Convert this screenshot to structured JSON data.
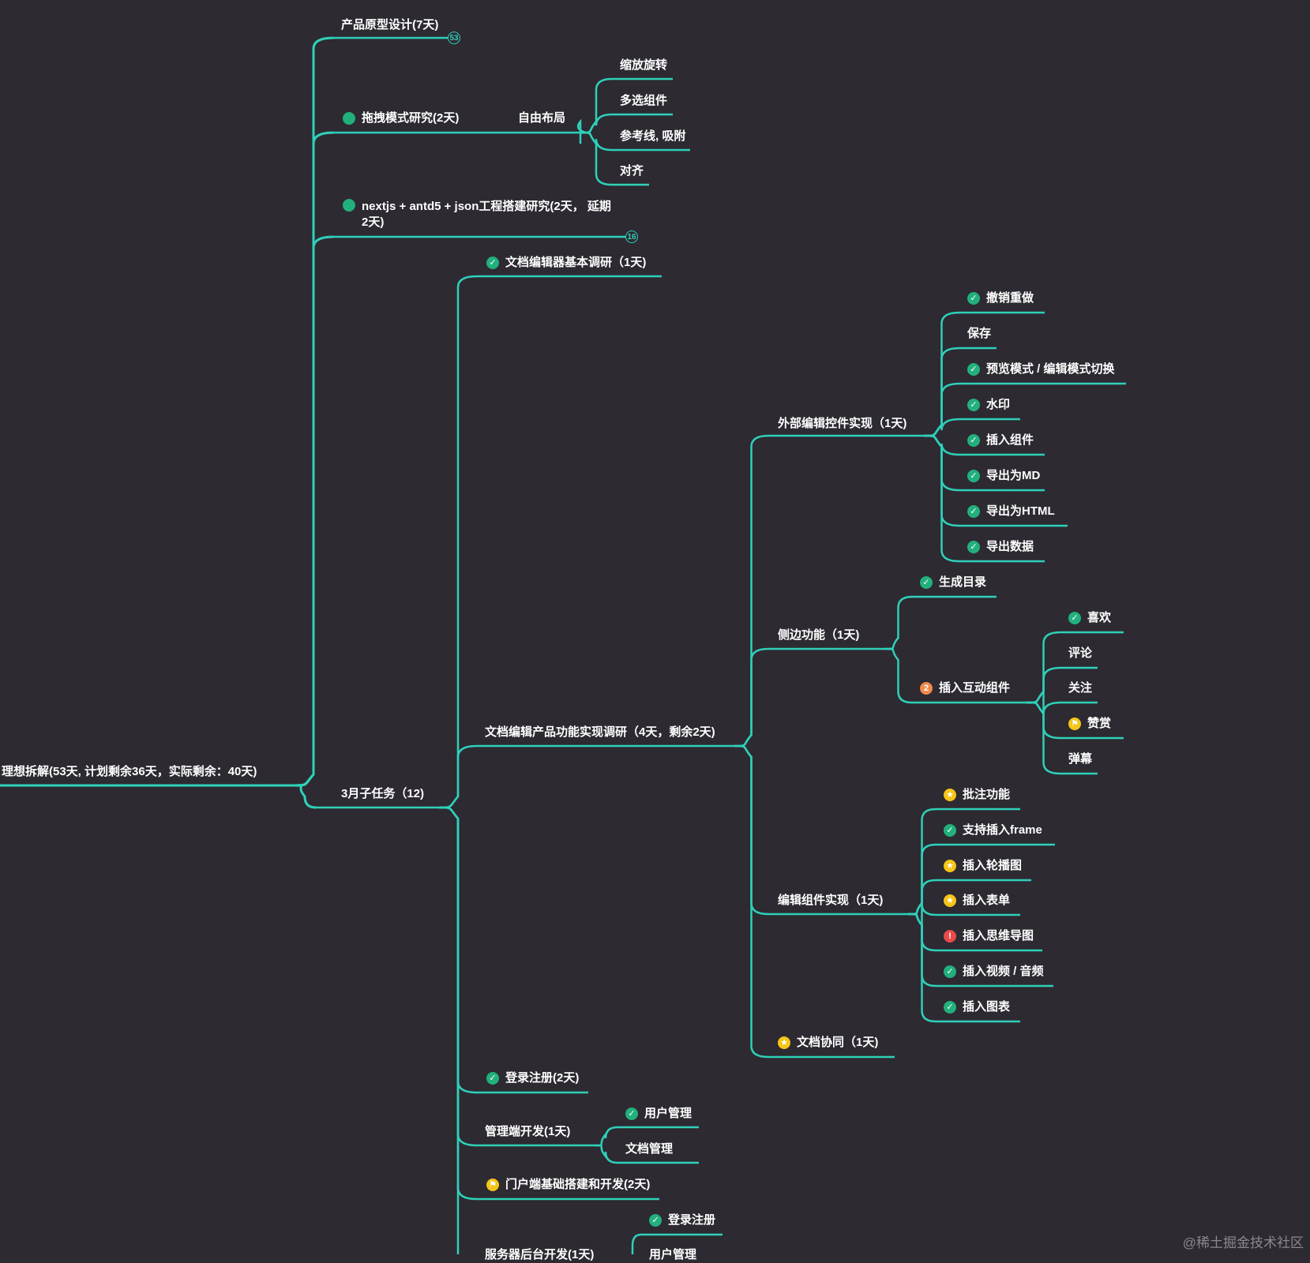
{
  "colors": {
    "background": "#2d2a32",
    "line": "#2fd0b8",
    "text": "#ffffff"
  },
  "root": {
    "label": "理想拆解(53天, 计划剩余36天，实际剩余：40天)"
  },
  "nodes": {
    "proto": {
      "label": "产品原型设计(7天)",
      "count": "53"
    },
    "drag": {
      "label": "拖拽模式研究(2天)",
      "icon": "dot"
    },
    "free": {
      "label": "自由布局"
    },
    "zoom": {
      "label": "缩放旋转"
    },
    "multi": {
      "label": "多选组件"
    },
    "guide": {
      "label": "参考线, 吸附"
    },
    "align": {
      "label": "对齐"
    },
    "next": {
      "label": "nextjs + antd5 + json工程搭建研究(2天， 延期2天)",
      "icon": "dot",
      "count": "16"
    },
    "march": {
      "label": "3月子任务（12)"
    },
    "docres": {
      "label": "文档编辑器基本调研（1天)",
      "icon": "done"
    },
    "docfeat": {
      "label": "文档编辑产品功能实现调研（4天，剩余2天)"
    },
    "ext": {
      "label": "外部编辑控件实现（1天)"
    },
    "undo": {
      "label": "撤销重做",
      "icon": "done"
    },
    "save": {
      "label": "保存"
    },
    "preview": {
      "label": "预览模式 / 编辑模式切换",
      "icon": "done"
    },
    "water": {
      "label": "水印",
      "icon": "done"
    },
    "inscomp": {
      "label": "插入组件",
      "icon": "done"
    },
    "md": {
      "label": "导出为MD",
      "icon": "done"
    },
    "html": {
      "label": "导出为HTML",
      "icon": "done"
    },
    "data": {
      "label": "导出数据",
      "icon": "done"
    },
    "side": {
      "label": "侧边功能（1天)"
    },
    "toc": {
      "label": "生成目录",
      "icon": "done"
    },
    "interact": {
      "label": "插入互动组件",
      "icon": "num",
      "icon_text": "2"
    },
    "like": {
      "label": "喜欢",
      "icon": "done"
    },
    "comment": {
      "label": "评论"
    },
    "follow": {
      "label": "关注"
    },
    "reward": {
      "label": "赞赏",
      "icon": "flag"
    },
    "danmu": {
      "label": "弹幕"
    },
    "editcomp": {
      "label": "编辑组件实现（1天)"
    },
    "annot": {
      "label": "批注功能",
      "icon": "star"
    },
    "frame": {
      "label": "支持插入frame",
      "icon": "done"
    },
    "carousel": {
      "label": "插入轮播图",
      "icon": "star"
    },
    "form": {
      "label": "插入表单",
      "icon": "star"
    },
    "mind": {
      "label": "插入思维导图",
      "icon": "warn"
    },
    "video": {
      "label": "插入视频 / 音频",
      "icon": "done"
    },
    "chart": {
      "label": "插入图表",
      "icon": "done"
    },
    "collab": {
      "label": "文档协同（1天)",
      "icon": "star"
    },
    "login": {
      "label": "登录注册(2天)",
      "icon": "done"
    },
    "admin": {
      "label": "管理端开发(1天)"
    },
    "usermgmt": {
      "label": "用户管理",
      "icon": "done"
    },
    "docmgmt": {
      "label": "文档管理"
    },
    "portal": {
      "label": "门户端基础搭建和开发(2天)",
      "icon": "flag"
    },
    "server": {
      "label": "服务器后台开发(1天)"
    },
    "srvlogin": {
      "label": "登录注册",
      "icon": "done"
    },
    "srvuser": {
      "label": "用户管理"
    }
  },
  "watermark": "@稀土掘金技术社区"
}
